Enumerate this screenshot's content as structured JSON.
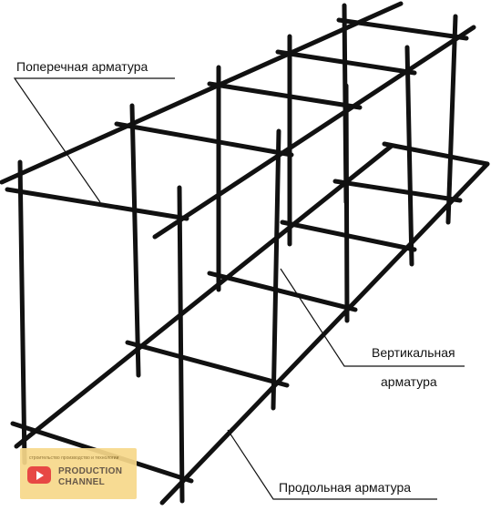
{
  "labels": {
    "transverse": "Поперечная арматура",
    "vertical_line1": "Вертикальная",
    "vertical_line2": "арматура",
    "longitudinal": "Продольная арматура"
  },
  "watermark": {
    "caption": "строительство производство и технологии",
    "brand_line1": "PRODUCTION",
    "brand_line2": "CHANNEL",
    "icon": "youtube-play-icon",
    "background": "#f7d88a",
    "icon_color": "#e53935"
  },
  "colors": {
    "rebar": "#111111",
    "background": "#ffffff"
  }
}
